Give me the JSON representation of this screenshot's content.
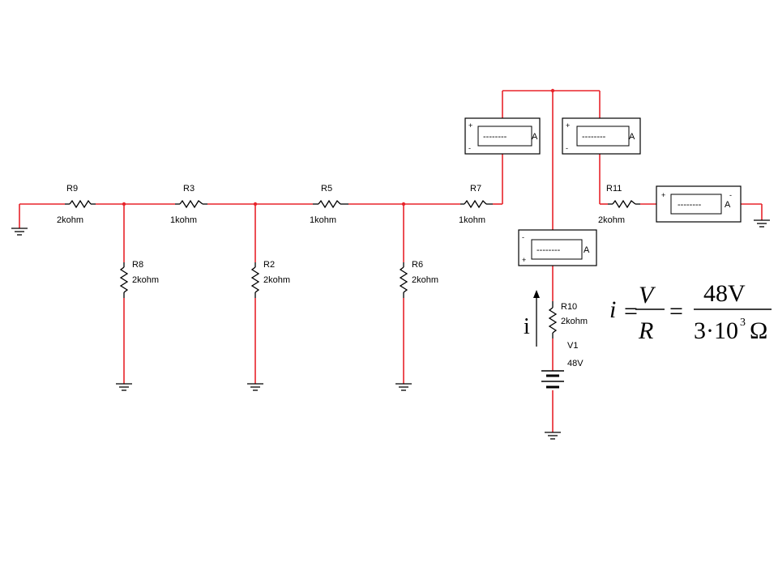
{
  "colors": {
    "wire": "#e8232a",
    "component": "#000000",
    "background": "#ffffff"
  },
  "resistors": {
    "R9": {
      "name": "R9",
      "value": "2kohm"
    },
    "R3": {
      "name": "R3",
      "value": "1kohm"
    },
    "R5": {
      "name": "R5",
      "value": "1kohm"
    },
    "R7": {
      "name": "R7",
      "value": "1kohm"
    },
    "R11": {
      "name": "R11",
      "value": "2kohm"
    },
    "R8": {
      "name": "R8",
      "value": "2kohm"
    },
    "R2": {
      "name": "R2",
      "value": "2kohm"
    },
    "R6": {
      "name": "R6",
      "value": "2kohm"
    },
    "R10": {
      "name": "R10",
      "value": "2kohm"
    }
  },
  "source": {
    "name": "V1",
    "value": "48V"
  },
  "ammeters": {
    "a1": {
      "display": "--------",
      "unit": "A",
      "plus": "+",
      "minus": "-"
    },
    "a2": {
      "display": "--------",
      "unit": "A",
      "plus": "+",
      "minus": "-"
    },
    "a3": {
      "display": "--------",
      "unit": "A",
      "plus": "+",
      "minus": "-"
    },
    "a4": {
      "display": "--------",
      "unit": "A",
      "plus": "+",
      "minus": "-"
    }
  },
  "current_label": "i",
  "formula": {
    "lhs": "i",
    "eq": "=",
    "num1": "V",
    "den1": "R",
    "num2": "48V",
    "den2_base": "3·10",
    "den2_exp": "3",
    "den2_unit": "Ω"
  }
}
